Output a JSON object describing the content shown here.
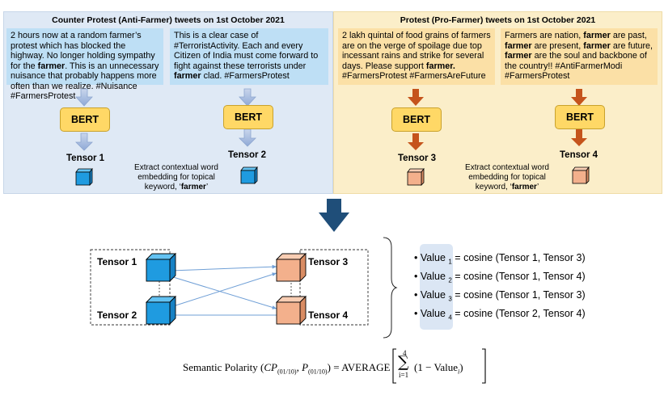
{
  "left_panel": {
    "title": "Counter Protest (Anti-Farmer) tweets on 1st October 2021",
    "tweet1": {
      "before": "2 hours now at a random farmer’s protest which has blocked the highway. No longer holding sympathy for the ",
      "bold": "farmer",
      "after": ". This is an unnecessary nuisance that probably happens more often than we realize. #Nuisance #FarmersProtest"
    },
    "tweet2": {
      "before": "This is a clear case of #TerroristActivity. Each and every Citizen of India must come forward to fight against these terrorists under ",
      "bold": "farmer",
      "after": " clad. #FarmersProtest"
    },
    "bert1": "BERT",
    "bert2": "BERT",
    "tensor1": "Tensor 1",
    "tensor2": "Tensor  2",
    "note": {
      "line1": "Extract contextual word",
      "line2": "embedding for topical",
      "line3_pre": "keyword, ‘",
      "keyword": "farmer",
      "line3_post": "’"
    }
  },
  "right_panel": {
    "title": "Protest (Pro-Farmer) tweets on 1st October 2021",
    "tweet3": {
      "before": "2 lakh quintal of food grains of farmers are on the verge of spoilage due top incessant rains and strike for several days. Please support ",
      "bold": "farmer.",
      "after": " #FarmersProtest #FarmersAreFuture"
    },
    "tweet4": {
      "p1": "Farmers are nation, ",
      "b1": "farmer",
      "p2": " are past, ",
      "b2": "farmer",
      "p3": " are present, ",
      "b3": "farmer",
      "p4": " are future, ",
      "b4": "farmer",
      "p5": " are the soul and backbone of the country!! #AntiFarmerModi #FarmersProtest"
    },
    "bert3": "BERT",
    "bert4": "BERT",
    "tensor3": "Tensor 3",
    "tensor4": "Tensor  4",
    "note": {
      "line1": "Extract contextual word",
      "line2": "embedding for topical",
      "line3_pre": "keyword, ‘",
      "keyword": "farmer",
      "line3_post": "’"
    }
  },
  "diagram": {
    "tensor1": "Tensor 1",
    "tensor2": "Tensor 2",
    "tensor3": "Tensor 3",
    "tensor4": "Tensor 4"
  },
  "cosine_list": [
    {
      "prefix": "Value ",
      "sub": "1",
      "expr": " = cosine (Tensor 1, Tensor 3)"
    },
    {
      "prefix": "Value ",
      "sub": "2",
      "expr": " = cosine (Tensor 1, Tensor 4)"
    },
    {
      "prefix": "Value ",
      "sub": "3",
      "expr": " = cosine (Tensor 1, Tensor 3)"
    },
    {
      "prefix": "Value ",
      "sub": "4",
      "expr": " = cosine (Tensor 2, Tensor 4)"
    }
  ],
  "formula": {
    "lhs": "Semantic Polarity",
    "args_open": "(",
    "cp": "CP",
    "cp_sub": "(01/10)",
    "comma": ", ",
    "p": "P",
    "p_sub": "(01/10)",
    "args_close": ")",
    "eq": " = ",
    "func": "AVERAGE",
    "sum_top": "4",
    "sum_bottom": "i=1",
    "term_open": "(1 − ",
    "value": "Value",
    "value_sub": "i",
    "term_close": ")"
  },
  "colors": {
    "blue_panel": "#dfe9f5",
    "orange_panel": "#fbeec9",
    "blue_cube": "#1f9be0",
    "orange_cube": "#f3b08c",
    "bert": "#ffd866",
    "blue_arrow": "#a9bfe0",
    "orange_arrow": "#c5541c",
    "big_arrow": "#1f4e79"
  }
}
